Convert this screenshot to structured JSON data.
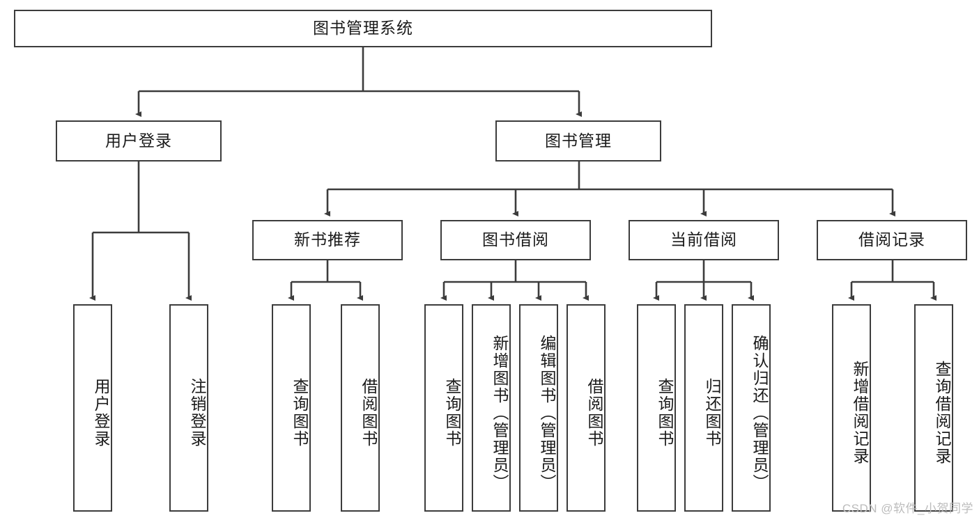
{
  "diagram": {
    "title": "图书管理系统",
    "type": "hierarchy-tree",
    "root": {
      "label": "图书管理系统"
    },
    "level2": [
      {
        "label": "用户登录"
      },
      {
        "label": "图书管理"
      }
    ],
    "level3": [
      {
        "label": "新书推荐"
      },
      {
        "label": "图书借阅"
      },
      {
        "label": "当前借阅"
      },
      {
        "label": "借阅记录"
      }
    ],
    "leaves": {
      "user_login": [
        {
          "label": "用户登录"
        },
        {
          "label": "注销登录"
        }
      ],
      "new_book_recommend": [
        {
          "label": "查询图书"
        },
        {
          "label": "借阅图书"
        }
      ],
      "book_borrow": [
        {
          "label": "查询图书"
        },
        {
          "label": "新增图书（管理员）"
        },
        {
          "label": "编辑图书（管理员）"
        },
        {
          "label": "借阅图书"
        }
      ],
      "current_borrow": [
        {
          "label": "查询图书"
        },
        {
          "label": "归还图书"
        },
        {
          "label": "确认归还（管理员）"
        }
      ],
      "borrow_record": [
        {
          "label": "新增借阅记录"
        },
        {
          "label": "查询借阅记录"
        }
      ]
    }
  },
  "watermark": {
    "text": "CSDN @软件_小贺同学"
  },
  "colors": {
    "stroke": "#3c3c3c",
    "background": "#ffffff",
    "text": "#1a1a1a",
    "watermark": "#bcbcbc"
  }
}
